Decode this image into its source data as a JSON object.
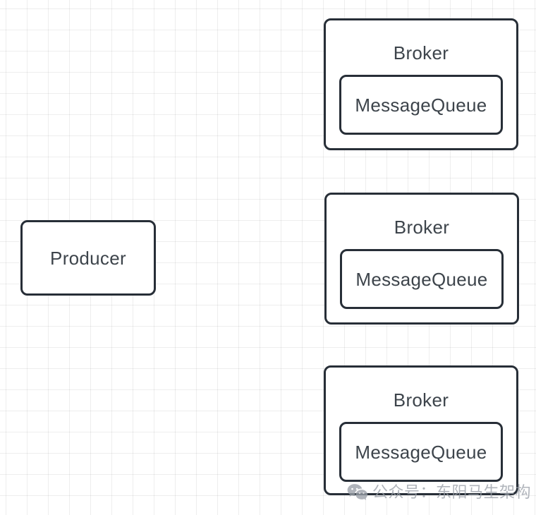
{
  "diagram": {
    "producer": {
      "label": "Producer"
    },
    "brokers": [
      {
        "label": "Broker",
        "queue_label": "MessageQueue"
      },
      {
        "label": "Broker",
        "queue_label": "MessageQueue"
      },
      {
        "label": "Broker",
        "queue_label": "MessageQueue"
      }
    ]
  },
  "colors": {
    "node_border": "#272e37",
    "node_fill": "#ffffff",
    "label_text": "#3d444b",
    "grid_line": "#ececec",
    "watermark_gray": "#9aa0a8"
  },
  "watermark": {
    "icon": "wechat-icon",
    "text": "公众号：东阳马生架构"
  }
}
